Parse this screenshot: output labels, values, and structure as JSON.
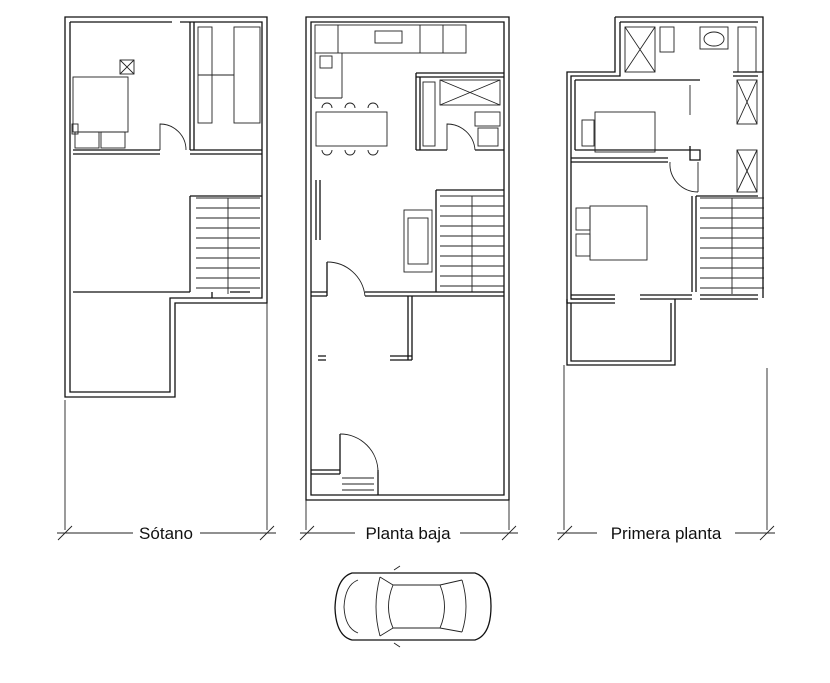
{
  "labels": {
    "basement": "Sótano",
    "ground_floor": "Planta baja",
    "first_floor": "Primera planta"
  }
}
